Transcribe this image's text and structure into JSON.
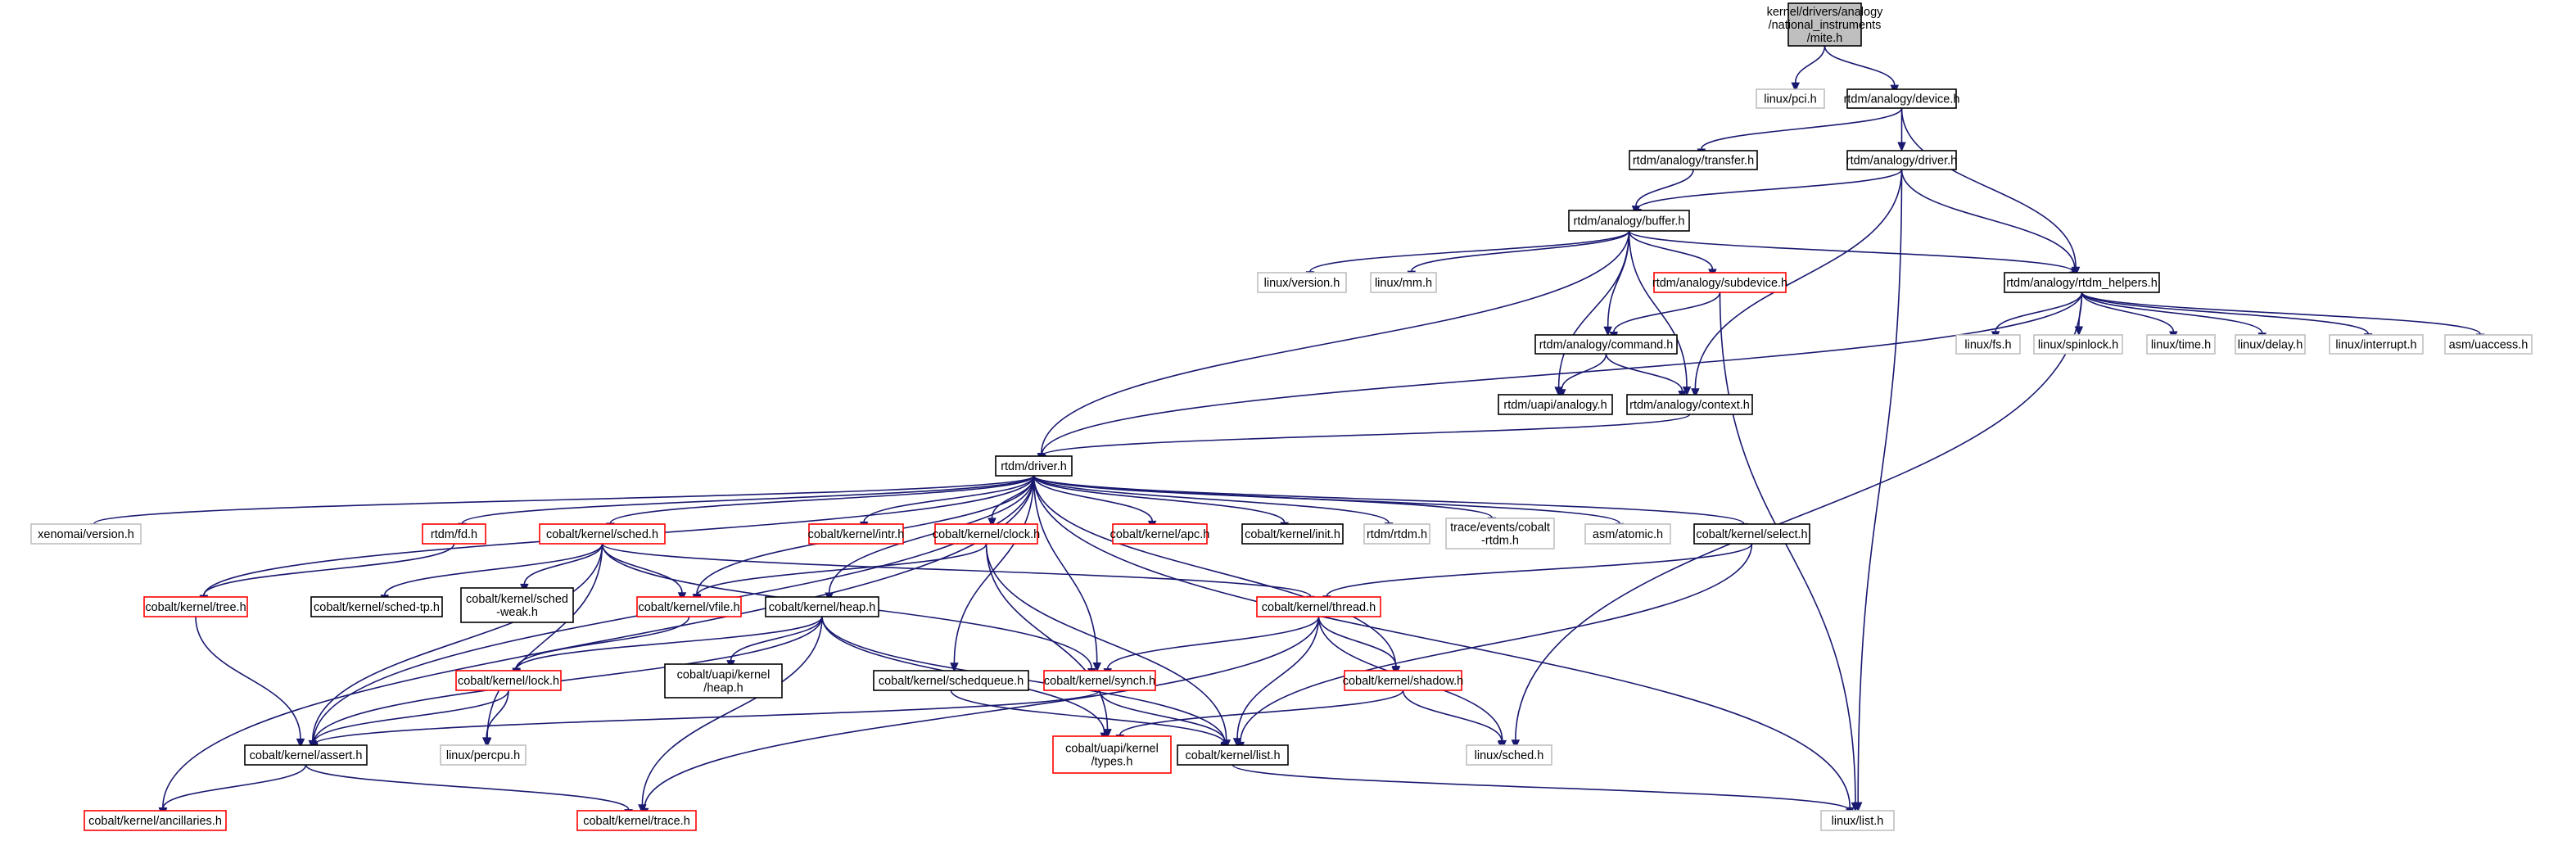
{
  "colors": {
    "edge": "#191970",
    "border_black": "#000000",
    "border_red": "#ff0000",
    "border_gray": "#bfbfbf",
    "fill_root": "#bfbfbf",
    "fill_default": "#ffffff"
  },
  "nodes": [
    {
      "id": "mite",
      "lines": [
        "kernel/drivers/analogy",
        "/national_instruments",
        "/mite.h"
      ],
      "style": "root"
    },
    {
      "id": "linux_pci",
      "lines": [
        "linux/pci.h"
      ],
      "style": "gray"
    },
    {
      "id": "device",
      "lines": [
        "rtdm/analogy/device.h"
      ],
      "style": "black"
    },
    {
      "id": "transfer",
      "lines": [
        "rtdm/analogy/transfer.h"
      ],
      "style": "black"
    },
    {
      "id": "driver_an",
      "lines": [
        "rtdm/analogy/driver.h"
      ],
      "style": "black"
    },
    {
      "id": "buffer",
      "lines": [
        "rtdm/analogy/buffer.h"
      ],
      "style": "black"
    },
    {
      "id": "linux_version",
      "lines": [
        "linux/version.h"
      ],
      "style": "gray"
    },
    {
      "id": "linux_mm",
      "lines": [
        "linux/mm.h"
      ],
      "style": "gray"
    },
    {
      "id": "subdevice",
      "lines": [
        "rtdm/analogy/subdevice.h"
      ],
      "style": "red"
    },
    {
      "id": "rtdm_helpers",
      "lines": [
        "rtdm/analogy/rtdm_helpers.h"
      ],
      "style": "black"
    },
    {
      "id": "command",
      "lines": [
        "rtdm/analogy/command.h"
      ],
      "style": "black"
    },
    {
      "id": "linux_fs",
      "lines": [
        "linux/fs.h"
      ],
      "style": "gray"
    },
    {
      "id": "linux_spinlock",
      "lines": [
        "linux/spinlock.h"
      ],
      "style": "gray"
    },
    {
      "id": "linux_time",
      "lines": [
        "linux/time.h"
      ],
      "style": "gray"
    },
    {
      "id": "linux_delay",
      "lines": [
        "linux/delay.h"
      ],
      "style": "gray"
    },
    {
      "id": "linux_interrupt",
      "lines": [
        "linux/interrupt.h"
      ],
      "style": "gray"
    },
    {
      "id": "asm_uaccess",
      "lines": [
        "asm/uaccess.h"
      ],
      "style": "gray"
    },
    {
      "id": "uapi_analogy",
      "lines": [
        "rtdm/uapi/analogy.h"
      ],
      "style": "black"
    },
    {
      "id": "context",
      "lines": [
        "rtdm/analogy/context.h"
      ],
      "style": "black"
    },
    {
      "id": "rtdm_driver",
      "lines": [
        "rtdm/driver.h"
      ],
      "style": "black"
    },
    {
      "id": "xenomai_version",
      "lines": [
        "xenomai/version.h"
      ],
      "style": "gray"
    },
    {
      "id": "rtdm_fd",
      "lines": [
        "rtdm/fd.h"
      ],
      "style": "red"
    },
    {
      "id": "ck_sched",
      "lines": [
        "cobalt/kernel/sched.h"
      ],
      "style": "red"
    },
    {
      "id": "ck_intr",
      "lines": [
        "cobalt/kernel/intr.h"
      ],
      "style": "red"
    },
    {
      "id": "ck_clock",
      "lines": [
        "cobalt/kernel/clock.h"
      ],
      "style": "red"
    },
    {
      "id": "ck_apc",
      "lines": [
        "cobalt/kernel/apc.h"
      ],
      "style": "red"
    },
    {
      "id": "ck_init",
      "lines": [
        "cobalt/kernel/init.h"
      ],
      "style": "black"
    },
    {
      "id": "rtdm_rtdm",
      "lines": [
        "rtdm/rtdm.h"
      ],
      "style": "gray"
    },
    {
      "id": "trace_events",
      "lines": [
        "trace/events/cobalt",
        "-rtdm.h"
      ],
      "style": "gray"
    },
    {
      "id": "asm_atomic",
      "lines": [
        "asm/atomic.h"
      ],
      "style": "gray"
    },
    {
      "id": "ck_select",
      "lines": [
        "cobalt/kernel/select.h"
      ],
      "style": "black"
    },
    {
      "id": "ck_tree",
      "lines": [
        "cobalt/kernel/tree.h"
      ],
      "style": "red"
    },
    {
      "id": "ck_sched_tp",
      "lines": [
        "cobalt/kernel/sched-tp.h"
      ],
      "style": "black"
    },
    {
      "id": "ck_sched_weak",
      "lines": [
        "cobalt/kernel/sched",
        "-weak.h"
      ],
      "style": "black"
    },
    {
      "id": "ck_vfile",
      "lines": [
        "cobalt/kernel/vfile.h"
      ],
      "style": "red"
    },
    {
      "id": "ck_heap",
      "lines": [
        "cobalt/kernel/heap.h"
      ],
      "style": "black"
    },
    {
      "id": "ck_thread",
      "lines": [
        "cobalt/kernel/thread.h"
      ],
      "style": "red"
    },
    {
      "id": "ck_lock",
      "lines": [
        "cobalt/kernel/lock.h"
      ],
      "style": "red"
    },
    {
      "id": "cu_heap",
      "lines": [
        "cobalt/uapi/kernel",
        "/heap.h"
      ],
      "style": "black"
    },
    {
      "id": "ck_schedqueue",
      "lines": [
        "cobalt/kernel/schedqueue.h"
      ],
      "style": "black"
    },
    {
      "id": "ck_synch",
      "lines": [
        "cobalt/kernel/synch.h"
      ],
      "style": "red"
    },
    {
      "id": "ck_shadow",
      "lines": [
        "cobalt/kernel/shadow.h"
      ],
      "style": "red"
    },
    {
      "id": "ck_assert",
      "lines": [
        "cobalt/kernel/assert.h"
      ],
      "style": "black"
    },
    {
      "id": "linux_percpu",
      "lines": [
        "linux/percpu.h"
      ],
      "style": "gray"
    },
    {
      "id": "cu_types",
      "lines": [
        "cobalt/uapi/kernel",
        "/types.h"
      ],
      "style": "red"
    },
    {
      "id": "ck_list",
      "lines": [
        "cobalt/kernel/list.h"
      ],
      "style": "black"
    },
    {
      "id": "linux_sched",
      "lines": [
        "linux/sched.h"
      ],
      "style": "gray"
    },
    {
      "id": "ck_ancillaries",
      "lines": [
        "cobalt/kernel/ancillaries.h"
      ],
      "style": "red"
    },
    {
      "id": "ck_trace",
      "lines": [
        "cobalt/kernel/trace.h"
      ],
      "style": "red"
    },
    {
      "id": "linux_list",
      "lines": [
        "linux/list.h"
      ],
      "style": "gray"
    }
  ],
  "edges": [
    [
      "mite",
      "linux_pci"
    ],
    [
      "mite",
      "device"
    ],
    [
      "device",
      "transfer"
    ],
    [
      "device",
      "driver_an"
    ],
    [
      "device",
      "rtdm_helpers"
    ],
    [
      "transfer",
      "buffer"
    ],
    [
      "driver_an",
      "buffer"
    ],
    [
      "driver_an",
      "rtdm_helpers"
    ],
    [
      "driver_an",
      "context"
    ],
    [
      "driver_an",
      "linux_list"
    ],
    [
      "buffer",
      "linux_version"
    ],
    [
      "buffer",
      "linux_mm"
    ],
    [
      "buffer",
      "subdevice"
    ],
    [
      "buffer",
      "rtdm_helpers"
    ],
    [
      "buffer",
      "command"
    ],
    [
      "buffer",
      "uapi_analogy"
    ],
    [
      "buffer",
      "context"
    ],
    [
      "buffer",
      "rtdm_driver"
    ],
    [
      "subdevice",
      "command"
    ],
    [
      "subdevice",
      "linux_list"
    ],
    [
      "rtdm_helpers",
      "linux_fs"
    ],
    [
      "rtdm_helpers",
      "linux_spinlock"
    ],
    [
      "rtdm_helpers",
      "linux_time"
    ],
    [
      "rtdm_helpers",
      "linux_delay"
    ],
    [
      "rtdm_helpers",
      "linux_interrupt"
    ],
    [
      "rtdm_helpers",
      "asm_uaccess"
    ],
    [
      "rtdm_helpers",
      "rtdm_driver"
    ],
    [
      "rtdm_helpers",
      "linux_sched"
    ],
    [
      "command",
      "uapi_analogy"
    ],
    [
      "command",
      "context"
    ],
    [
      "context",
      "rtdm_driver"
    ],
    [
      "rtdm_driver",
      "xenomai_version"
    ],
    [
      "rtdm_driver",
      "rtdm_fd"
    ],
    [
      "rtdm_driver",
      "ck_sched"
    ],
    [
      "rtdm_driver",
      "ck_intr"
    ],
    [
      "rtdm_driver",
      "ck_clock"
    ],
    [
      "rtdm_driver",
      "ck_apc"
    ],
    [
      "rtdm_driver",
      "ck_init"
    ],
    [
      "rtdm_driver",
      "rtdm_rtdm"
    ],
    [
      "rtdm_driver",
      "trace_events"
    ],
    [
      "rtdm_driver",
      "asm_atomic"
    ],
    [
      "rtdm_driver",
      "ck_select"
    ],
    [
      "rtdm_driver",
      "ck_tree"
    ],
    [
      "rtdm_driver",
      "ck_vfile"
    ],
    [
      "rtdm_driver",
      "ck_heap"
    ],
    [
      "rtdm_driver",
      "ck_synch"
    ],
    [
      "rtdm_driver",
      "ck_shadow"
    ],
    [
      "rtdm_driver",
      "ck_assert"
    ],
    [
      "rtdm_driver",
      "ck_ancillaries"
    ],
    [
      "rtdm_driver",
      "linux_list"
    ],
    [
      "rtdm_driver",
      "ck_schedqueue"
    ],
    [
      "rtdm_fd",
      "ck_tree"
    ],
    [
      "ck_sched",
      "ck_sched_tp"
    ],
    [
      "ck_sched",
      "ck_sched_weak"
    ],
    [
      "ck_sched",
      "ck_vfile"
    ],
    [
      "ck_sched",
      "ck_thread"
    ],
    [
      "ck_sched",
      "ck_assert"
    ],
    [
      "ck_sched",
      "linux_percpu"
    ],
    [
      "ck_sched",
      "ck_synch"
    ],
    [
      "ck_clock",
      "ck_vfile"
    ],
    [
      "ck_clock",
      "ck_list"
    ],
    [
      "ck_clock",
      "cu_types"
    ],
    [
      "ck_select",
      "ck_thread"
    ],
    [
      "ck_select",
      "ck_list"
    ],
    [
      "ck_tree",
      "ck_assert"
    ],
    [
      "ck_vfile",
      "ck_lock"
    ],
    [
      "ck_heap",
      "ck_lock"
    ],
    [
      "ck_heap",
      "cu_heap"
    ],
    [
      "ck_heap",
      "ck_list"
    ],
    [
      "ck_heap",
      "ck_assert"
    ],
    [
      "ck_heap",
      "ck_trace"
    ],
    [
      "ck_heap",
      "cu_types"
    ],
    [
      "ck_thread",
      "ck_synch"
    ],
    [
      "ck_thread",
      "ck_shadow"
    ],
    [
      "ck_thread",
      "ck_list"
    ],
    [
      "ck_thread",
      "linux_sched"
    ],
    [
      "ck_thread",
      "ck_trace"
    ],
    [
      "ck_lock",
      "ck_assert"
    ],
    [
      "ck_lock",
      "linux_percpu"
    ],
    [
      "ck_schedqueue",
      "ck_list"
    ],
    [
      "ck_synch",
      "ck_list"
    ],
    [
      "ck_synch",
      "ck_assert"
    ],
    [
      "ck_shadow",
      "linux_sched"
    ],
    [
      "ck_shadow",
      "cu_types"
    ],
    [
      "ck_assert",
      "ck_ancillaries"
    ],
    [
      "ck_assert",
      "ck_trace"
    ],
    [
      "ck_list",
      "linux_list"
    ]
  ]
}
